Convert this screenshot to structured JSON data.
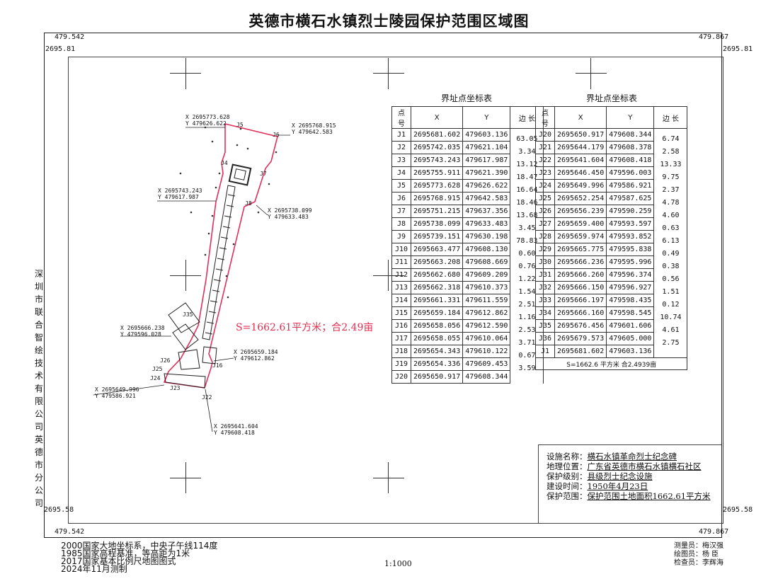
{
  "title": "英德市横石水镇烈士陵园保护范围区域图",
  "frame": {
    "x_left": "479.542",
    "x_right": "479.867",
    "y_top_left": "2695.81",
    "y_top_right": "2695.81",
    "y_bottom_left": "2695.58",
    "y_bottom_right": "2695.58",
    "bottom_left": "479.542",
    "bottom_right": "479.867"
  },
  "side_text": [
    "深",
    "圳",
    "市",
    "联",
    "合",
    "智",
    "绘",
    "技",
    "术",
    "有",
    "限",
    "公",
    "司",
    "英",
    "德",
    "市",
    "分",
    "公",
    "司"
  ],
  "tables": {
    "title": "界址点坐标表",
    "headers": [
      "点 号",
      "X",
      "Y",
      "边 长"
    ],
    "left_rows": [
      {
        "id": "J1",
        "x": "2695681.602",
        "y": "479603.136"
      },
      {
        "id": "J2",
        "x": "2695742.035",
        "y": "479621.104"
      },
      {
        "id": "J3",
        "x": "2695743.243",
        "y": "479617.987"
      },
      {
        "id": "J4",
        "x": "2695755.911",
        "y": "479621.390"
      },
      {
        "id": "J5",
        "x": "2695773.628",
        "y": "479626.622"
      },
      {
        "id": "J6",
        "x": "2695768.915",
        "y": "479642.583"
      },
      {
        "id": "J7",
        "x": "2695751.215",
        "y": "479637.356"
      },
      {
        "id": "J8",
        "x": "2695738.099",
        "y": "479633.483"
      },
      {
        "id": "J9",
        "x": "2695739.151",
        "y": "479630.198"
      },
      {
        "id": "J10",
        "x": "2695663.477",
        "y": "479608.130"
      },
      {
        "id": "J11",
        "x": "2695663.208",
        "y": "479608.669"
      },
      {
        "id": "J12",
        "x": "2695662.680",
        "y": "479609.209"
      },
      {
        "id": "J13",
        "x": "2695662.318",
        "y": "479610.373"
      },
      {
        "id": "J14",
        "x": "2695661.331",
        "y": "479611.559"
      },
      {
        "id": "J15",
        "x": "2695659.184",
        "y": "479612.862"
      },
      {
        "id": "J16",
        "x": "2695658.056",
        "y": "479612.590"
      },
      {
        "id": "J17",
        "x": "2695658.055",
        "y": "479610.064"
      },
      {
        "id": "J18",
        "x": "2695654.343",
        "y": "479610.122"
      },
      {
        "id": "J19",
        "x": "2695654.336",
        "y": "479609.453"
      },
      {
        "id": "J20",
        "x": "2695650.917",
        "y": "479608.344"
      }
    ],
    "left_edges": [
      "63.05",
      "3.34",
      "13.12",
      "18.47",
      "16.64",
      "18.46",
      "13.68",
      "3.45",
      "78.83",
      "0.60",
      "0.76",
      "1.22",
      "1.54",
      "2.51",
      "1.16",
      "2.53",
      "3.71",
      "0.67",
      "3.59"
    ],
    "right_rows": [
      {
        "id": "J20",
        "x": "2695650.917",
        "y": "479608.344"
      },
      {
        "id": "J21",
        "x": "2695644.179",
        "y": "479608.378"
      },
      {
        "id": "J22",
        "x": "2695641.604",
        "y": "479608.418"
      },
      {
        "id": "J23",
        "x": "2695646.450",
        "y": "479596.003"
      },
      {
        "id": "J24",
        "x": "2695649.996",
        "y": "479586.921"
      },
      {
        "id": "J25",
        "x": "2695652.254",
        "y": "479587.625"
      },
      {
        "id": "J26",
        "x": "2695656.239",
        "y": "479590.259"
      },
      {
        "id": "J27",
        "x": "2695659.400",
        "y": "479593.597"
      },
      {
        "id": "J28",
        "x": "2695659.974",
        "y": "479593.852"
      },
      {
        "id": "J29",
        "x": "2695665.775",
        "y": "479595.838"
      },
      {
        "id": "J30",
        "x": "2695666.236",
        "y": "479595.996"
      },
      {
        "id": "J31",
        "x": "2695666.260",
        "y": "479596.374"
      },
      {
        "id": "J32",
        "x": "2695666.150",
        "y": "479596.927"
      },
      {
        "id": "J33",
        "x": "2695666.197",
        "y": "479598.435"
      },
      {
        "id": "J34",
        "x": "2695666.160",
        "y": "479598.545"
      },
      {
        "id": "J35",
        "x": "2695676.456",
        "y": "479601.606"
      },
      {
        "id": "J36",
        "x": "2695679.573",
        "y": "479605.000"
      },
      {
        "id": "J1",
        "x": "2695681.602",
        "y": "479603.136"
      }
    ],
    "right_edges": [
      "6.74",
      "2.58",
      "13.33",
      "9.75",
      "2.37",
      "4.78",
      "4.60",
      "0.63",
      "6.13",
      "0.49",
      "0.38",
      "0.56",
      "1.51",
      "0.12",
      "10.74",
      "4.61",
      "2.75"
    ],
    "area_note": "S=1662.6 平方米 合2.4939亩"
  },
  "map_labels": {
    "area": "S=1662.61平方米；合2.49亩",
    "p5": {
      "x": "X 2695773.628",
      "y": "Y 479626.622"
    },
    "p6": {
      "x": "X 2695768.915",
      "y": "Y 479642.583"
    },
    "p3": {
      "x": "X 2695743.243",
      "y": "Y 479617.987"
    },
    "p8": {
      "x": "X 2695738.099",
      "y": "Y 479633.483"
    },
    "p30": {
      "x": "X 2695666.238",
      "y": "Y 479596.028"
    },
    "p15": {
      "x": "X 2695659.184",
      "y": "Y 479612.862"
    },
    "p24": {
      "x": "X 2695649.996",
      "y": "Y 479586.921"
    },
    "p22": {
      "x": "X 2695641.604",
      "y": "Y 479608.418"
    },
    "points": [
      "J5",
      "J6",
      "J4",
      "J7",
      "J8",
      "J35",
      "J25",
      "J24",
      "J23",
      "J22",
      "J26",
      "J16"
    ]
  },
  "info": [
    {
      "k": "设施名称：",
      "v": "横石水镇革命烈士纪念碑"
    },
    {
      "k": "地理位置：",
      "v": "广东省英德市横石水镇横石社区"
    },
    {
      "k": "保护级别：",
      "v": "县级烈士纪念设施"
    },
    {
      "k": "建设时间：",
      "v": "1950年4月23日"
    },
    {
      "k": "保护范围：",
      "v": "保护范围土地面积1662.61平方米"
    }
  ],
  "footer": [
    "2000国家大地坐标系，中央子午线114度",
    "1985国家高程基准，等高距为1米",
    "2017国家基本比例尺地图图式",
    "2024年11月测制"
  ],
  "scale": "1:1000",
  "credits": [
    "测量员：梅汉强",
    "绘图员：杨 臣",
    "检查员：李辉海"
  ],
  "colors": {
    "boundary": "#e0305a",
    "ink": "#222222"
  }
}
